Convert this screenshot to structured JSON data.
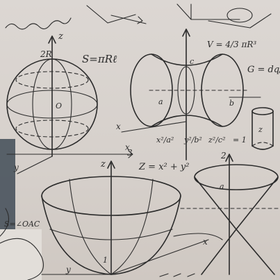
{
  "labels": {
    "formula_s": "S=πRℓ",
    "formula_v": "V = 4/3 πR³",
    "formula_g": "G = dq/dt",
    "formula_z": "Z = x² + y²",
    "formula_hyper_1": "x²/a²",
    "formula_hyper_2": "y²/b²",
    "formula_hyper_3": "z²/c²",
    "formula_hyper_eq": "= 1",
    "formula_oac": "S=∠OAC",
    "axis_z": "z",
    "axis_x": "x",
    "axis_y": "y",
    "label_2r": "2R",
    "label_a": "a",
    "label_b": "b",
    "label_c": "c",
    "label_o": "O",
    "label_one": "1",
    "label_two": "2",
    "label_three": "3"
  },
  "colors": {
    "paper": "#d9d4cf",
    "ink": "#2b2b2b",
    "panel": "#46505a"
  }
}
